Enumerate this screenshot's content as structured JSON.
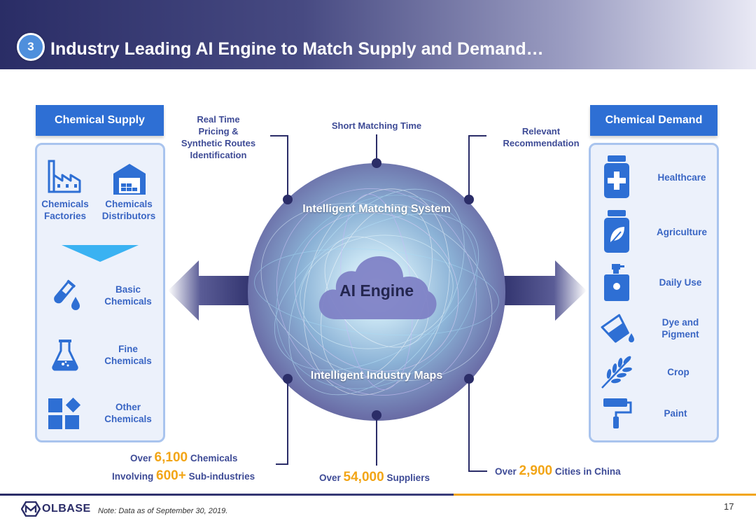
{
  "header": {
    "badge": "3",
    "title": "Industry Leading AI Engine to Match Supply and Demand…"
  },
  "supply": {
    "title": "Chemical Supply",
    "sources": [
      {
        "label_1": "Chemicals",
        "label_2": "Factories",
        "icon": "factory-icon"
      },
      {
        "label_1": "Chemicals",
        "label_2": "Distributors",
        "icon": "warehouse-icon"
      }
    ],
    "items": [
      {
        "label_1": "Basic",
        "label_2": "Chemicals",
        "icon": "test-tube-icon"
      },
      {
        "label_1": "Fine",
        "label_2": "Chemicals",
        "icon": "flask-icon"
      },
      {
        "label_1": "Other",
        "label_2": "Chemicals",
        "icon": "shapes-icon"
      }
    ]
  },
  "demand": {
    "title": "Chemical Demand",
    "items": [
      {
        "label_1": "Healthcare",
        "label_2": "",
        "icon": "medicine-bottle-icon"
      },
      {
        "label_1": "Agriculture",
        "label_2": "",
        "icon": "leaf-bottle-icon"
      },
      {
        "label_1": "Daily Use",
        "label_2": "",
        "icon": "spray-bottle-icon"
      },
      {
        "label_1": "Dye and",
        "label_2": "Pigment",
        "icon": "paint-bucket-icon"
      },
      {
        "label_1": "Crop",
        "label_2": "",
        "icon": "wheat-icon"
      },
      {
        "label_1": "Paint",
        "label_2": "",
        "icon": "paint-roller-icon"
      }
    ]
  },
  "engine": {
    "center": "AI Engine",
    "top": "Intelligent Matching System",
    "bottom": "Intelligent Industry Maps"
  },
  "callouts": {
    "top_left": [
      "Real Time",
      "Pricing &",
      "Synthetic Routes",
      "Identification"
    ],
    "top_center": "Short Matching Time",
    "top_right": [
      "Relevant",
      "Recommendation"
    ]
  },
  "stats": {
    "chemicals": {
      "prefix": "Over",
      "value": "6,100",
      "suffix": "Chemicals"
    },
    "subindustries": {
      "prefix": "Involving",
      "value": "600+",
      "suffix": "Sub-industries"
    },
    "suppliers": {
      "prefix": "Over",
      "value": "54,000",
      "suffix": "Suppliers"
    },
    "cities": {
      "prefix": "Over",
      "value": "2,900",
      "suffix": "Cities in China"
    }
  },
  "footer": {
    "logo": "OLBASE",
    "note": "Note: Data as of September 30, 2019.",
    "page": "17"
  },
  "colors": {
    "accent_blue": "#2e6fd4",
    "highlight_orange": "#f2a516",
    "navy": "#2b2d68"
  }
}
